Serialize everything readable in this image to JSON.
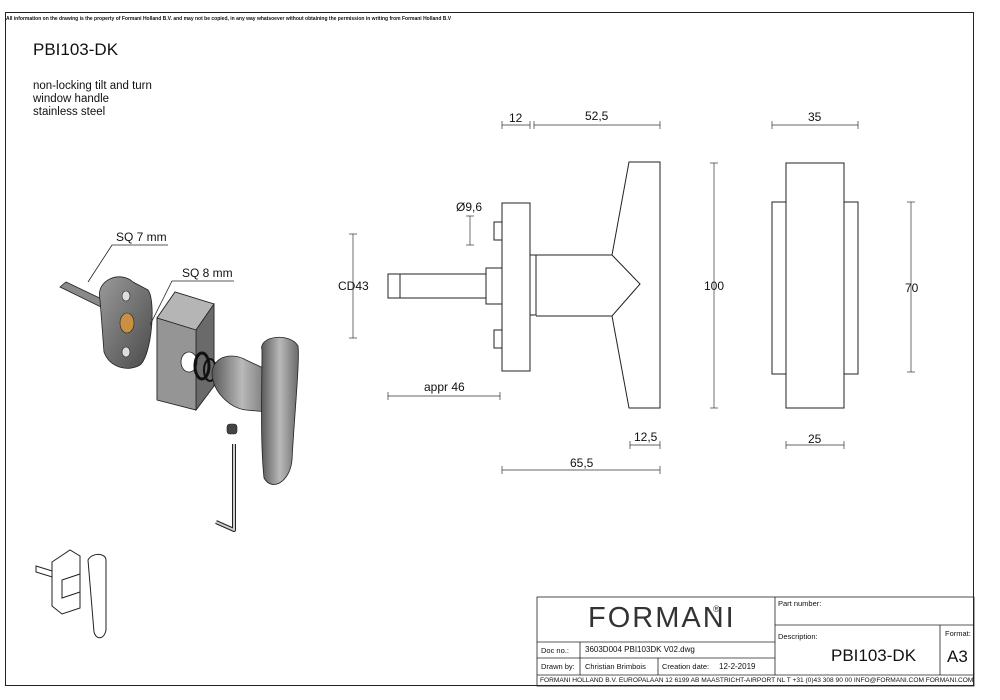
{
  "disclaimer": "All information on the drawing is the property of Formani Holland B.V. and may not be copied, in any way whatsoever without obtaining the permission in writing from Formani Holland B.V",
  "product": {
    "code": "PBI103-DK",
    "description_lines": [
      "non-locking tilt and turn",
      "window handle",
      "stainless steel"
    ]
  },
  "callouts": {
    "sq7": "SQ 7 mm",
    "sq8": "SQ 8 mm"
  },
  "dimensions": {
    "d12": "12",
    "d52_5": "52,5",
    "d35": "35",
    "d9_6": "Ø9,6",
    "cd43": "CD43",
    "d100": "100",
    "d70": "70",
    "appr46": "appr 46",
    "d12_5": "12,5",
    "d25": "25",
    "d65_5": "65,5"
  },
  "title_block": {
    "logo": "FORMANI",
    "logo_mark": "®",
    "part_number_label": "Part number:",
    "description_label": "Description:",
    "description_value": "PBI103-DK",
    "format_label": "Format:",
    "format_value": "A3",
    "doc_no_label": "Doc no.:",
    "doc_no_value": "3603D004 PBI103DK V02.dwg",
    "drawn_by_label": "Drawn by:",
    "drawn_by_value": "Christian Brimbois",
    "creation_date_label": "Creation date:",
    "creation_date_value": "12-2-2019",
    "footer": "FORMANI HOLLAND B.V.  EUROPALAAN 12  6199 AB MAASTRICHT-AIRPORT NL  T +31 (0)43 308 90 00 INFO@FORMANI.COM FORMANI.COM"
  }
}
